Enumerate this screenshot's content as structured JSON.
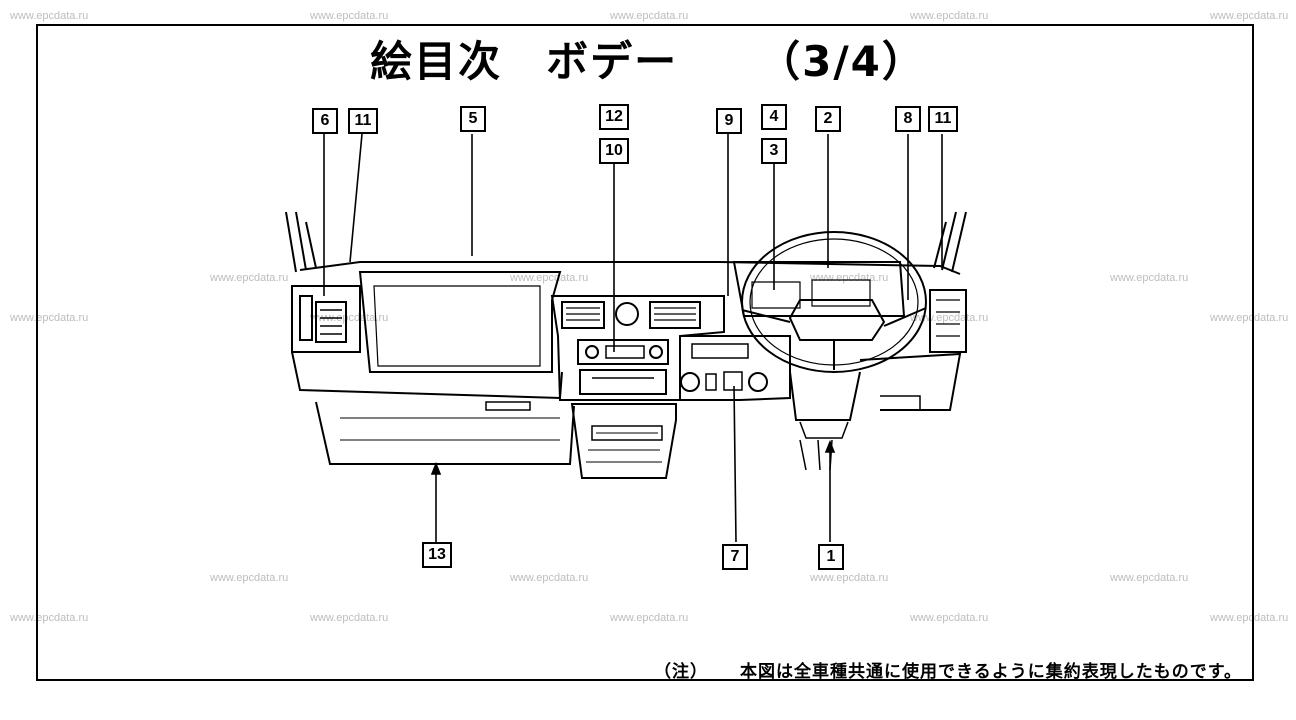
{
  "watermark": "www.epcdata.ru",
  "title": {
    "main": "絵目次　ボデー",
    "page": "（3/4）"
  },
  "callouts": [
    "6",
    "11",
    "5",
    "12",
    "10",
    "9",
    "4",
    "3",
    "2",
    "8",
    "11",
    "13",
    "7",
    "1"
  ],
  "note": {
    "prefix": "（注）",
    "text": "本図は全車種共通に使用できるように集約表現したものです。"
  }
}
